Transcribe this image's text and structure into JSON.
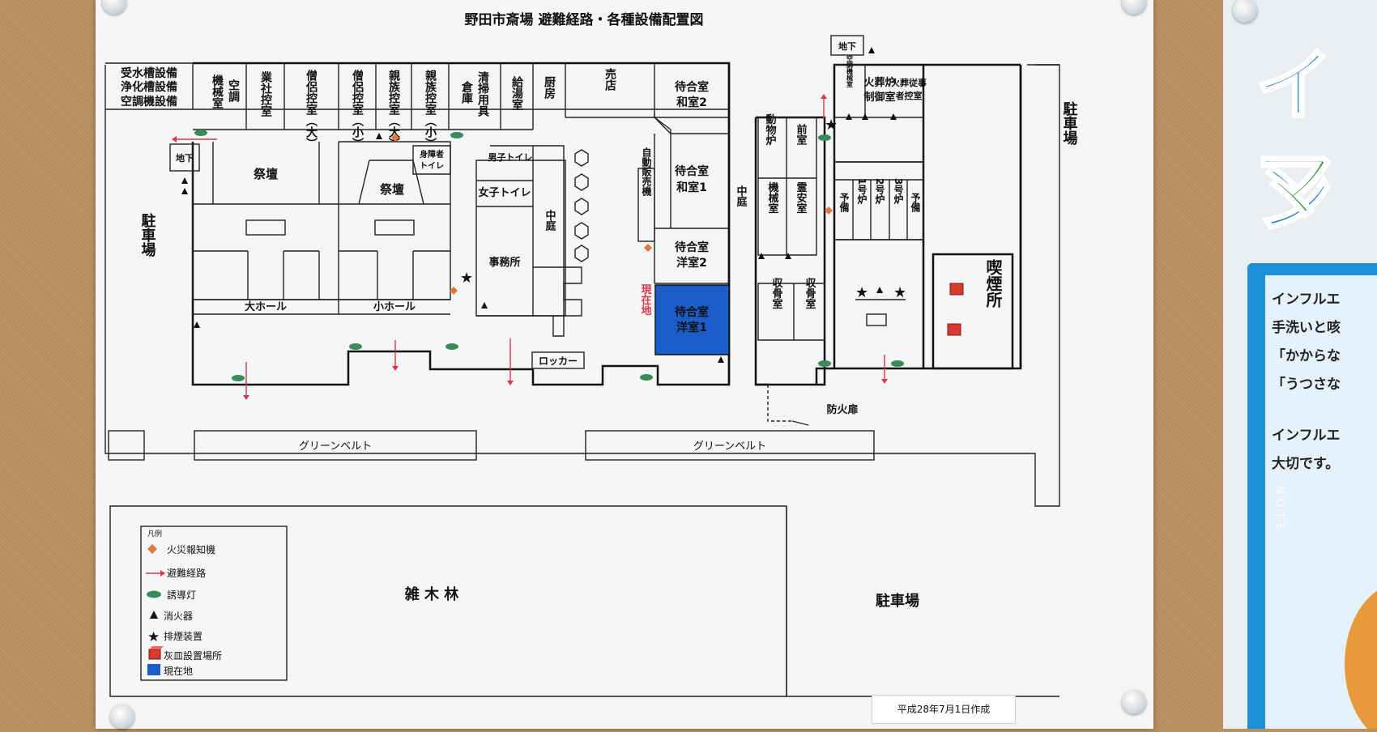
{
  "title": "野田市斎場 避難経路・各種設備配置図",
  "rooms": {
    "utility": [
      "受水槽設備",
      "浄化槽設備",
      "空調機設備"
    ],
    "kikai_kucho": [
      "空調",
      "機械室"
    ],
    "gyosha": "業社控室",
    "soryo_dai": "僧侶控室（大）",
    "soryo_sho": "僧侶控室（小）",
    "shinzoku_dai": "親族控室（大）",
    "shinzoku_sho": "親族控室（小）",
    "soko": [
      "清掃用具",
      "倉庫"
    ],
    "kyuto": "給湯室",
    "chubo": "厨房",
    "baiten": "売店",
    "machi_wa2": [
      "待合室",
      "和室2"
    ],
    "machi_wa1": [
      "待合室",
      "和室1"
    ],
    "machi_yo2": [
      "待合室",
      "洋室2"
    ],
    "machi_yo1": [
      "待合室",
      "洋室1"
    ],
    "jihanki": "自動販売機",
    "chika_left": "地下",
    "saidan": "祭壇",
    "saidan2": "祭壇",
    "shinsho_toilet": [
      "身障者",
      "トイレ"
    ],
    "dai_hall": "大ホール",
    "sho_hall": "小ホール",
    "danshi_toilet": "男子トイレ",
    "joshi_toilet": "女子トイレ",
    "jimusho": "事務所",
    "nakaniwa_a": "中庭",
    "nakaniwa_b": "中庭",
    "locker": "ロッカー",
    "genzaichi": "現在地",
    "doubutsuro": "動物炉",
    "zenshitsu": "前室",
    "kikaishitsu": "機械室",
    "reianshitsu": "霊安室",
    "shukotsu1": "収骨室",
    "shukotsu2": "収骨室",
    "chika_right": "地下",
    "kucho_kikai_small": "空調機械室",
    "kaso_seigyo": [
      "火葬炉",
      "制御室"
    ],
    "kaso_jugyosha": [
      "火葬従事",
      "者控室"
    ],
    "yobi1": "予備",
    "ro1": "1号炉",
    "ro2": "2号炉",
    "ro3": "3号炉",
    "yobi2": "予備",
    "chusha_left": "駐車場",
    "chusha_right_top": "駐車場",
    "kitsuen": "喫煙所",
    "bokabira": "防火扉",
    "green1": "グリーンベルト",
    "green2": "グリーンベルト",
    "zoki": "雑 木 林",
    "chusha_bottom": "駐車場"
  },
  "legend": {
    "title": "凡例",
    "items": [
      {
        "label": "火災報知機",
        "icon": "diamond-icon",
        "color": "#e07a3a"
      },
      {
        "label": "避難経路",
        "icon": "arrow-icon",
        "color": "#d9394a"
      },
      {
        "label": "誘導灯",
        "icon": "oval-icon",
        "color": "#3b8a5a"
      },
      {
        "label": "消火器",
        "icon": "triangle-icon",
        "color": "#111111"
      },
      {
        "label": "排煙装置",
        "icon": "star-icon",
        "color": "#111111"
      },
      {
        "label": "灰皿設置場所",
        "icon": "cube-icon",
        "color": "#d93a2e"
      },
      {
        "label": "現在地",
        "icon": "square-icon",
        "color": "#1a5dc8"
      }
    ]
  },
  "date_note": "平成28年7月1日作成",
  "poster": {
    "headline1": "イン",
    "headline2": "マス",
    "lines": [
      "インフルエ",
      "手洗いと咳",
      "「かからな",
      "「うつさな",
      "インフルエ",
      "大切です。"
    ],
    "note": "NOTE"
  },
  "colors": {
    "current_location": "#1a5dc8",
    "alarm": "#e07a3a",
    "evac_arrow": "#d9394a",
    "guide_light": "#3b8a5a"
  }
}
